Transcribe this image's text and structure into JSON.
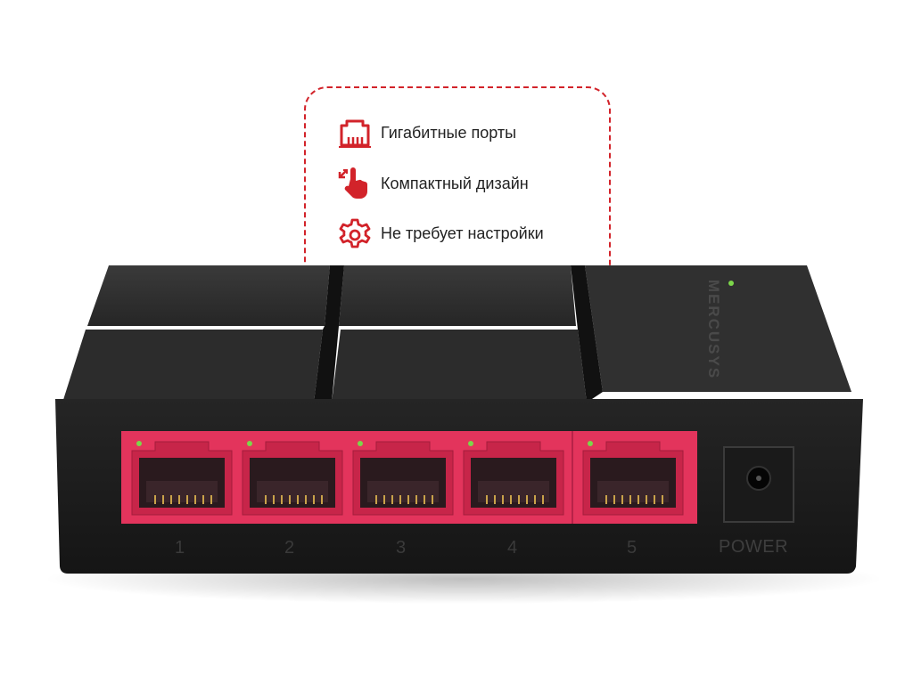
{
  "features": [
    {
      "icon": "ethernet-port-icon",
      "label": "Гигабитные порты"
    },
    {
      "icon": "compact-hand-icon",
      "label": "Компактный дизайн"
    },
    {
      "icon": "gear-icon",
      "label": "Не требует настройки"
    }
  ],
  "device": {
    "brand": "MERCUSYS",
    "ports": [
      "1",
      "2",
      "3",
      "4",
      "5"
    ],
    "power_label": "POWER"
  },
  "colors": {
    "accent": "#d2232a",
    "port_red": "#e3345c",
    "body_dark": "#1e1e1e",
    "led_green": "#7cd64a"
  }
}
